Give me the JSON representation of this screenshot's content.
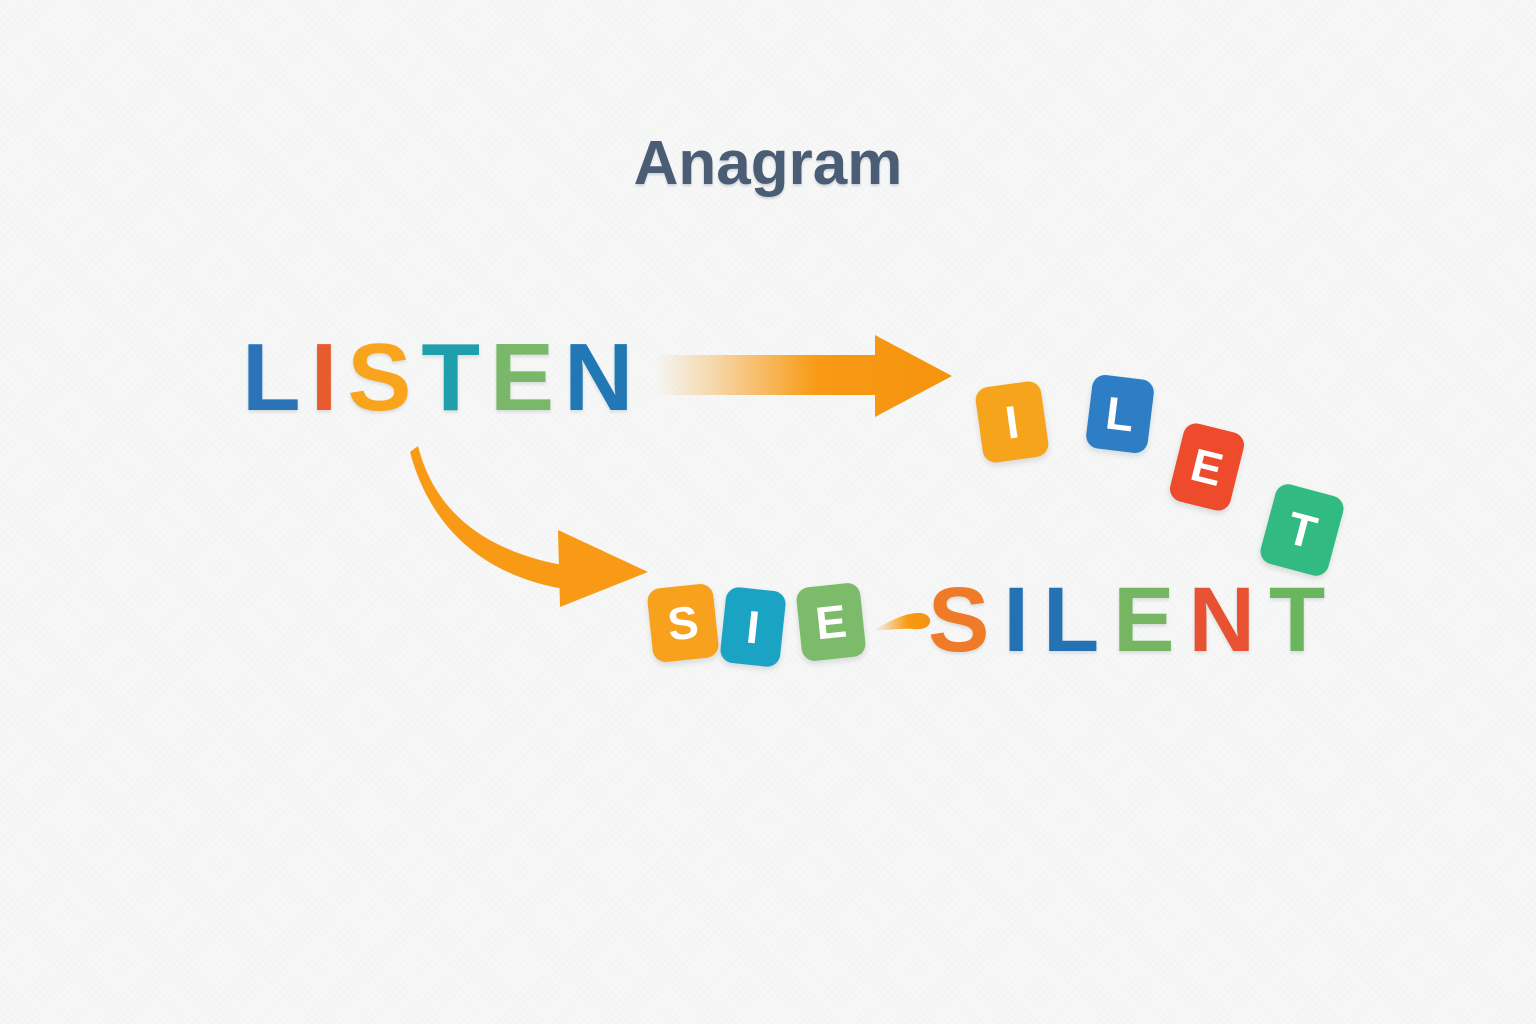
{
  "title": {
    "text": "Anagram",
    "color": "#4a5d74"
  },
  "source_word": {
    "word": "LISTEN",
    "letters": [
      {
        "char": "L",
        "color": "#2a73b8"
      },
      {
        "char": "I",
        "color": "#e75b2e"
      },
      {
        "char": "S",
        "color": "#f8a41c"
      },
      {
        "char": "T",
        "color": "#1f9fab"
      },
      {
        "char": "E",
        "color": "#79b868"
      },
      {
        "char": "N",
        "color": "#2277b5"
      }
    ]
  },
  "result_word": {
    "word": "SILENT",
    "letters": [
      {
        "char": "S",
        "color": "#ef7a28"
      },
      {
        "char": "I",
        "color": "#2471b3"
      },
      {
        "char": "L",
        "color": "#2471b3"
      },
      {
        "char": "E",
        "color": "#76b663"
      },
      {
        "char": "N",
        "color": "#e85233"
      },
      {
        "char": "T",
        "color": "#6ab55e"
      }
    ]
  },
  "scattered_tiles": [
    {
      "char": "I",
      "bg": "#f7a41d"
    },
    {
      "char": "L",
      "bg": "#2e7ec6"
    },
    {
      "char": "E",
      "bg": "#ee4a2c"
    },
    {
      "char": "T",
      "bg": "#31ba81"
    }
  ],
  "shuffled_tiles": [
    {
      "char": "S",
      "bg": "#f7a11d"
    },
    {
      "char": "I",
      "bg": "#1ba3c4"
    },
    {
      "char": "E",
      "bg": "#7cbb69"
    }
  ],
  "arrows": {
    "color": "#f89a15",
    "tip_color": "#f5930e"
  },
  "background": "#f6f7f6"
}
